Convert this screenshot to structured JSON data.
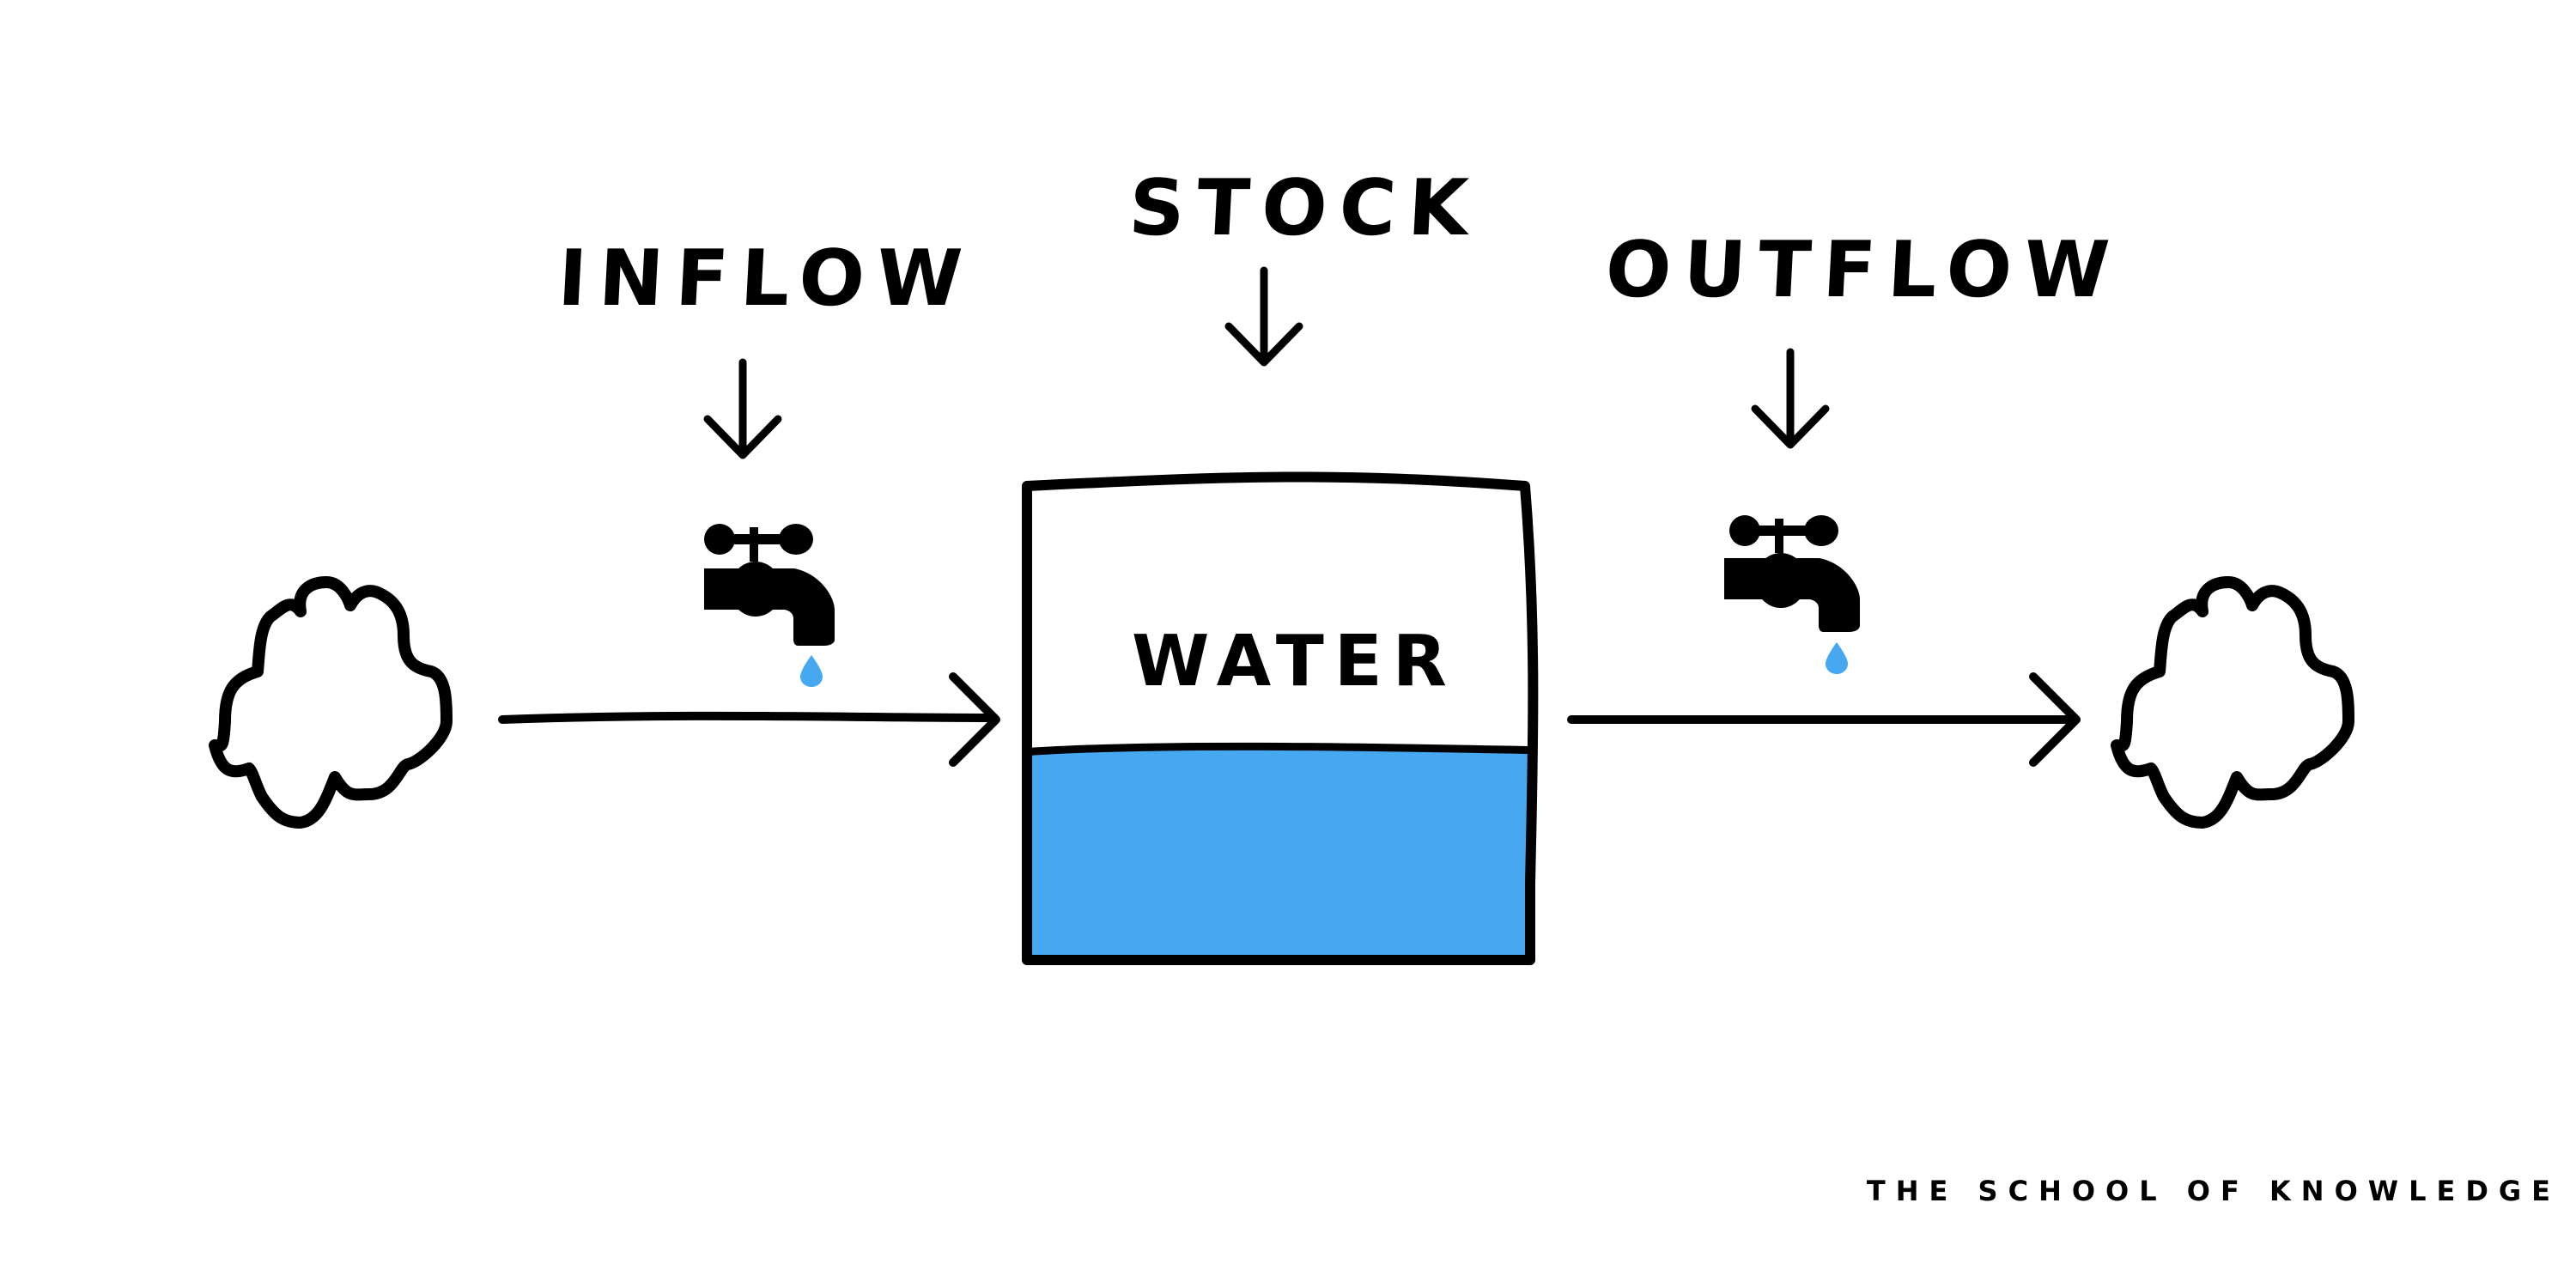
{
  "labels": {
    "inflow": "INFLOW",
    "stock": "STOCK",
    "outflow": "OUTFLOW",
    "water": "WATER"
  },
  "brand": "THE SCHOOL OF KNOWLEDGE",
  "colors": {
    "water": "#46a8f0",
    "stroke": "#000000",
    "background": "#ffffff"
  },
  "icons": {
    "source": "cloud-icon",
    "sink": "cloud-icon",
    "inflow_valve": "faucet-icon",
    "outflow_valve": "faucet-icon",
    "drop": "water-drop-icon"
  },
  "stock_level": 0.45
}
